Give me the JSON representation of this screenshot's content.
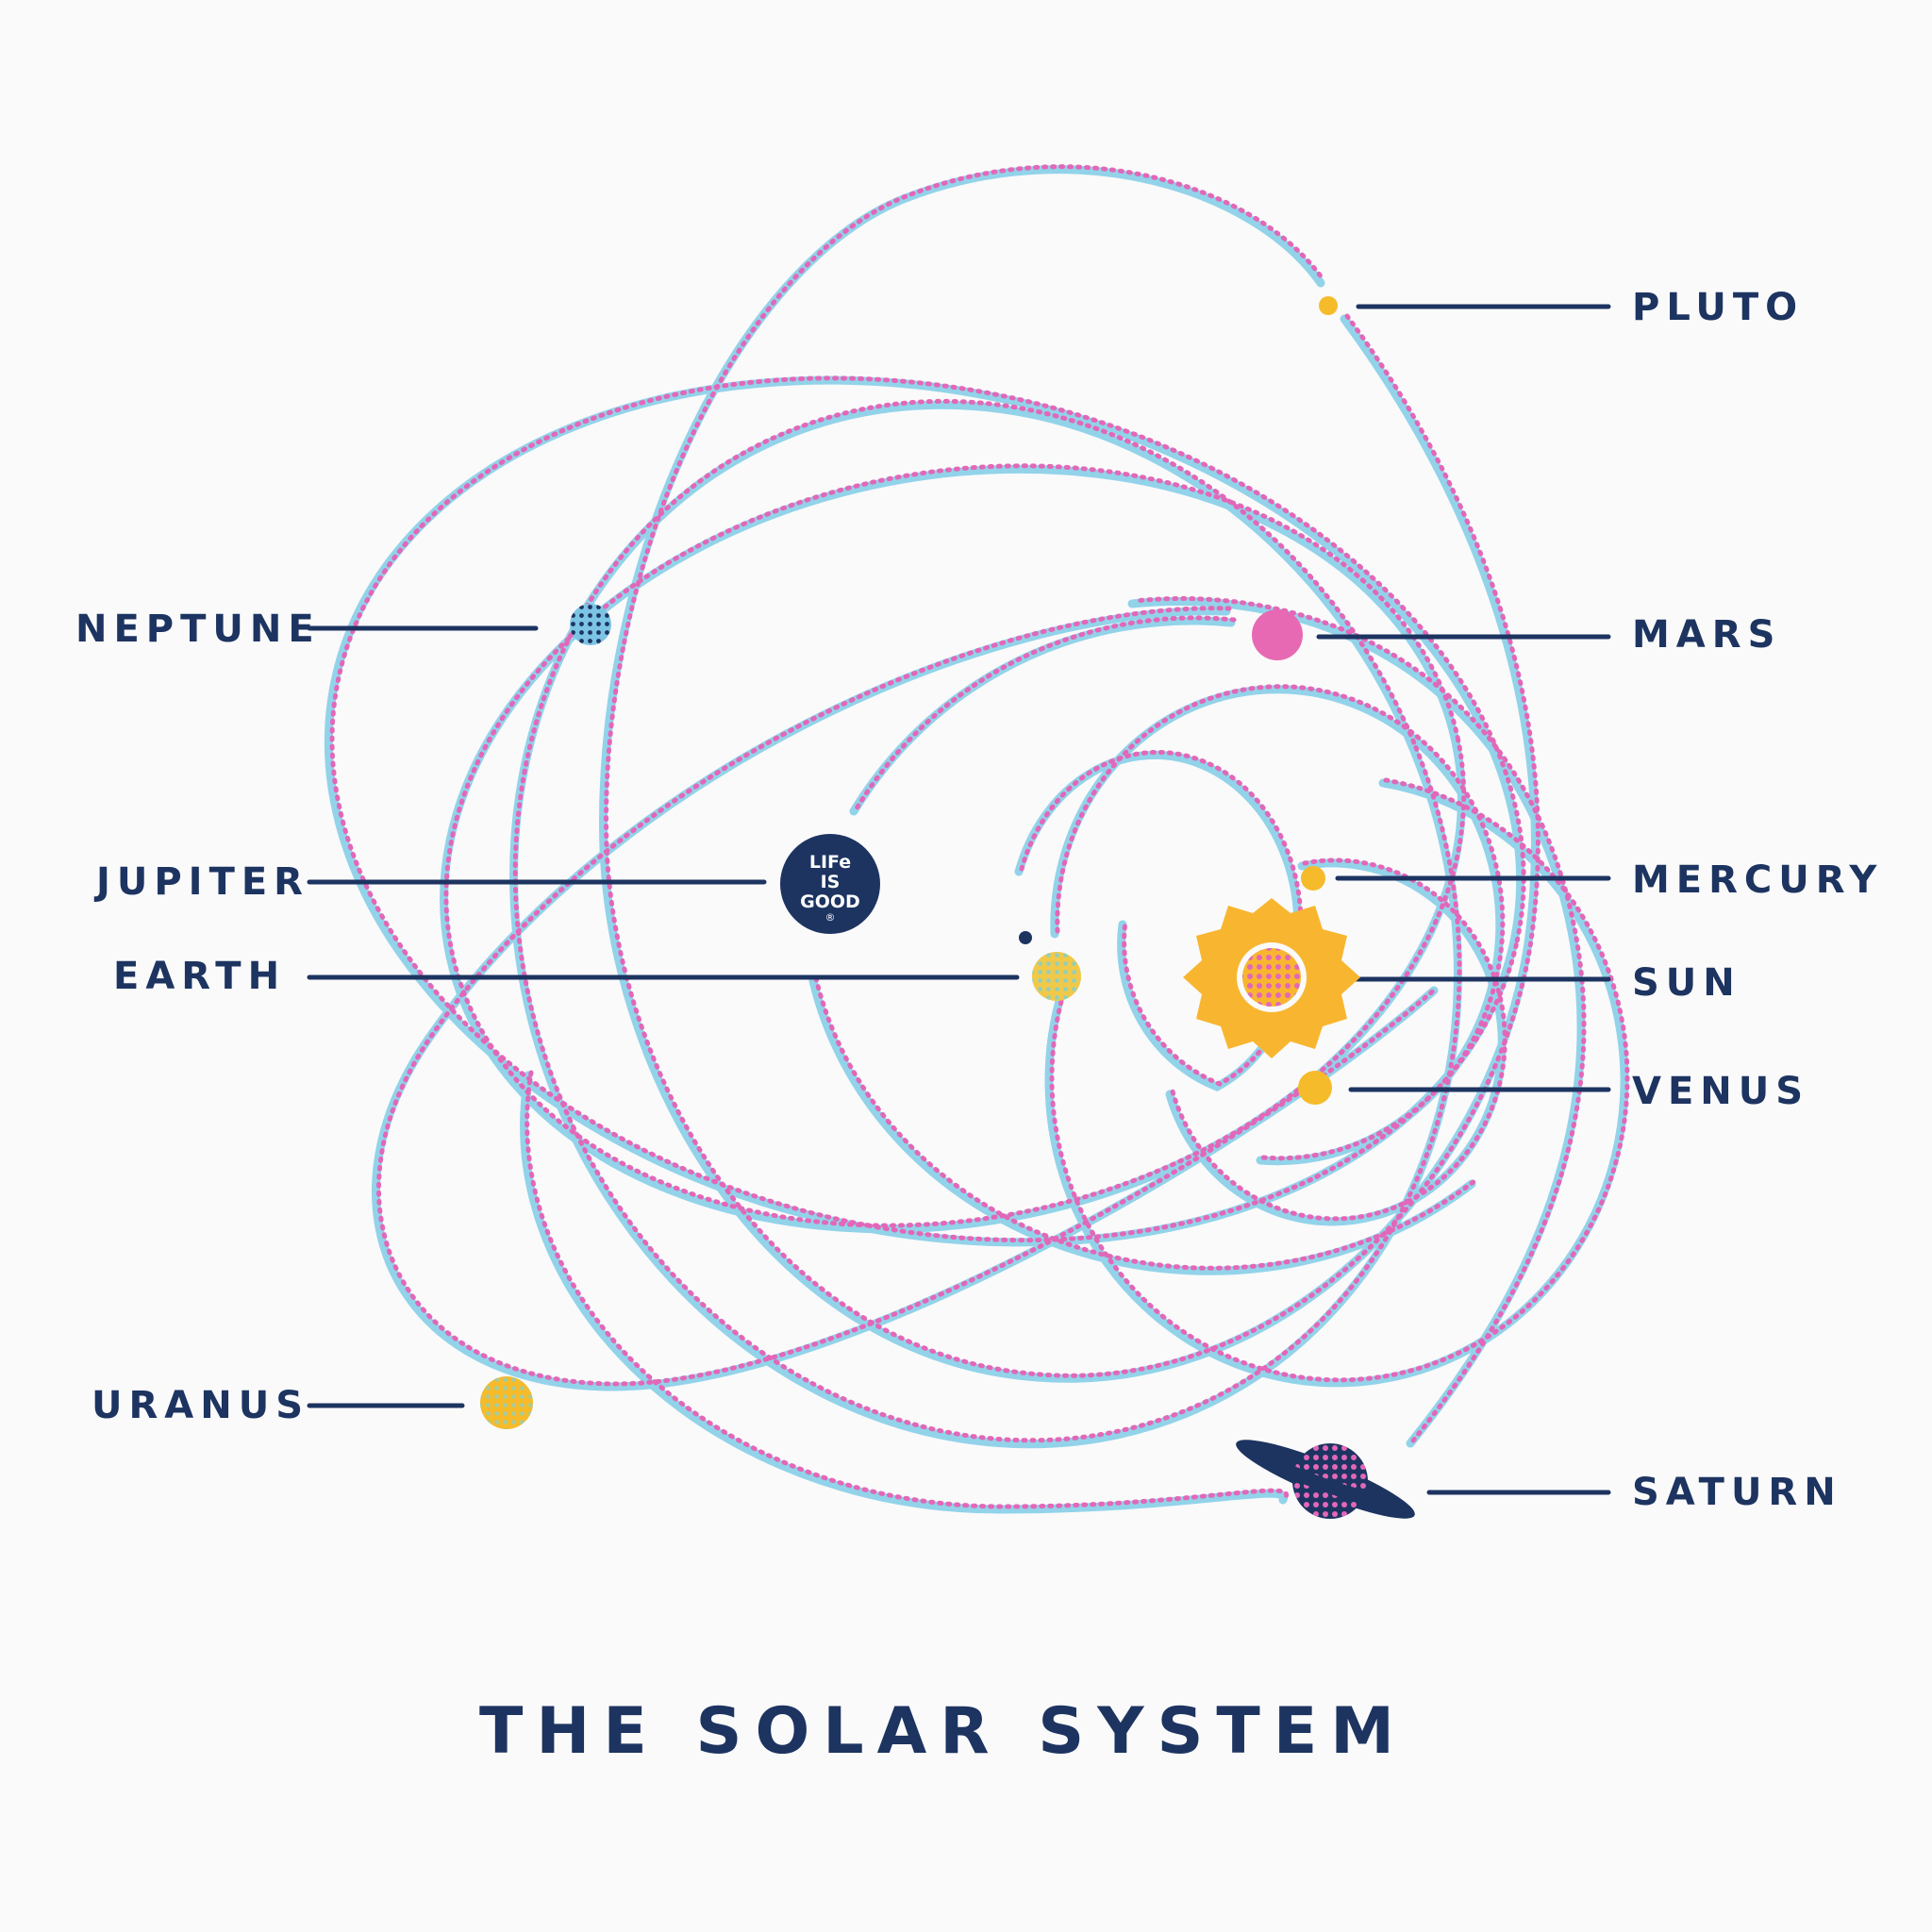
{
  "title": "THE SOLAR SYSTEM",
  "colors": {
    "navy": "#1d3461",
    "orbit_blue": "#92d3ea",
    "orbit_pink": "#e367b8",
    "sun_yellow": "#f8b630",
    "planet_yellow": "#f5bb2a",
    "mars_pink": "#e769b3",
    "background": "#fafafa"
  },
  "labels": {
    "pluto": "PLUTO",
    "neptune": "NEPTUNE",
    "mars": "MARS",
    "jupiter": "JUPITER",
    "mercury": "MERCURY",
    "earth": "EARTH",
    "sun": "SUN",
    "venus": "VENUS",
    "uranus": "URANUS",
    "saturn": "SATURN"
  },
  "logo": {
    "line1": "LIFe",
    "line2": "IS",
    "line3": "GOOD",
    "mark": "®"
  }
}
